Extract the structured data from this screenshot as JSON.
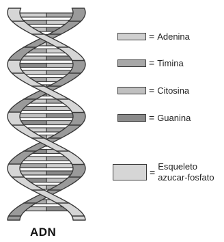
{
  "colors": {
    "adenina": "#d0d0d0",
    "timina": "#a8a8a8",
    "citosina": "#c0c0c0",
    "guanina": "#8a8a8a",
    "backbone": "#d6d6d6",
    "outline": "#3a3a3a",
    "backbone_dark": "#9a9a9a"
  },
  "legend": {
    "adenina": {
      "label": "Adenina",
      "eq": "="
    },
    "timina": {
      "label": "Timina",
      "eq": "="
    },
    "citosina": {
      "label": "Citosina",
      "eq": "="
    },
    "guanina": {
      "label": "Guanina",
      "eq": "="
    },
    "backbone": {
      "line1": "Esqueleto",
      "line2": "azucar-fosfato",
      "eq": "="
    }
  },
  "title": "ADN"
}
